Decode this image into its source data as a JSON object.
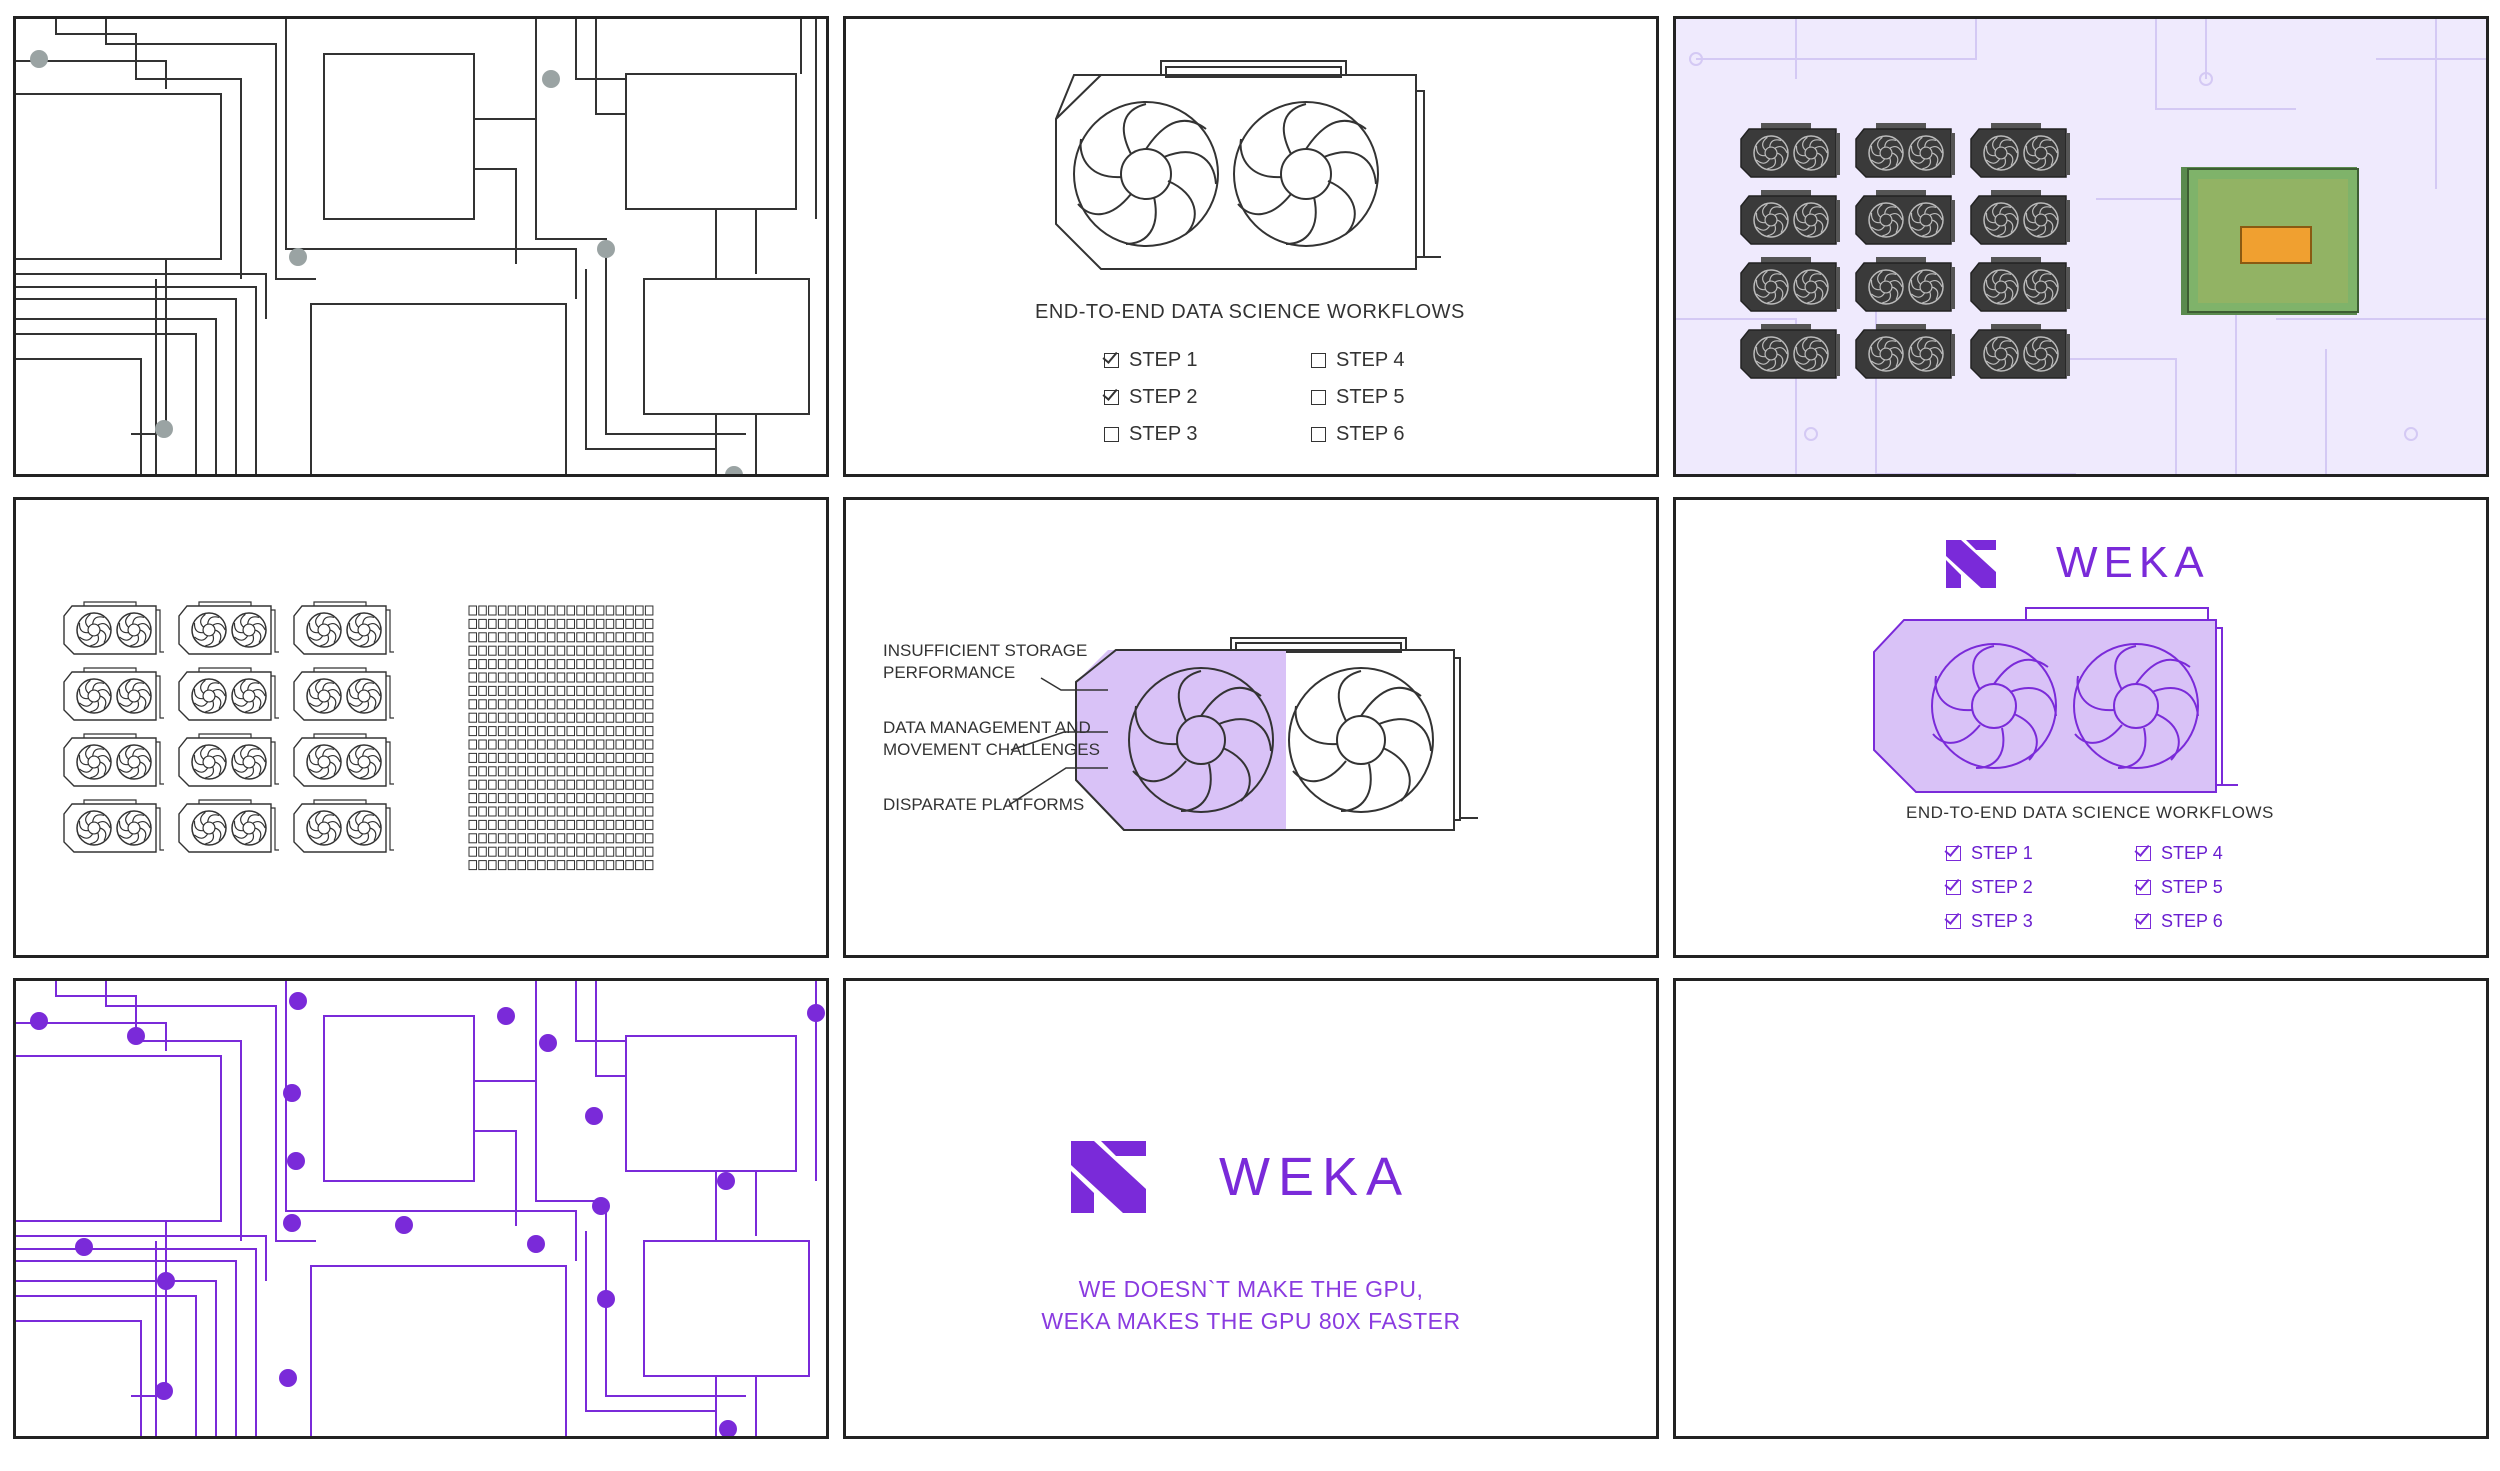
{
  "panel2": {
    "title": "END-TO-END DATA SCIENCE WORKFLOWS",
    "steps": [
      {
        "label": "STEP 1",
        "checked": true
      },
      {
        "label": "STEP 2",
        "checked": true
      },
      {
        "label": "STEP 3",
        "checked": false
      },
      {
        "label": "STEP 4",
        "checked": false
      },
      {
        "label": "STEP 5",
        "checked": false
      },
      {
        "label": "STEP 6",
        "checked": false
      }
    ]
  },
  "panel5": {
    "labels": [
      "INSUFFICIENT STORAGE\nPERFORMANCE",
      "DATA MANAGEMENT AND\nMOVEMENT CHALLENGES",
      "DISPARATE PLATFORMS"
    ]
  },
  "panel6": {
    "brand": "WEKA",
    "title": "END-TO-END DATA SCIENCE WORKFLOWS",
    "steps": [
      {
        "label": "STEP 1",
        "checked": true
      },
      {
        "label": "STEP 2",
        "checked": true
      },
      {
        "label": "STEP 3",
        "checked": true
      },
      {
        "label": "STEP 4",
        "checked": true
      },
      {
        "label": "STEP 5",
        "checked": true
      },
      {
        "label": "STEP 6",
        "checked": true
      }
    ]
  },
  "panel8": {
    "brand": "WEKA",
    "tagline_line1": "WE DOESN`T MAKE THE GPU,",
    "tagline_line2": "WEKA MAKES THE GPU 80X FASTER"
  },
  "colors": {
    "accent": "#7a2ad9",
    "panel3_bg": "#efeafd",
    "gpu_fill_purple": "#d9c2f7",
    "chip_green": "#6b9e5e",
    "chip_core": "#f0a030"
  },
  "icons": [
    "gpu-card-icon",
    "fan-icon",
    "cpu-chip-icon",
    "weka-logo-icon",
    "checkbox-icon"
  ]
}
